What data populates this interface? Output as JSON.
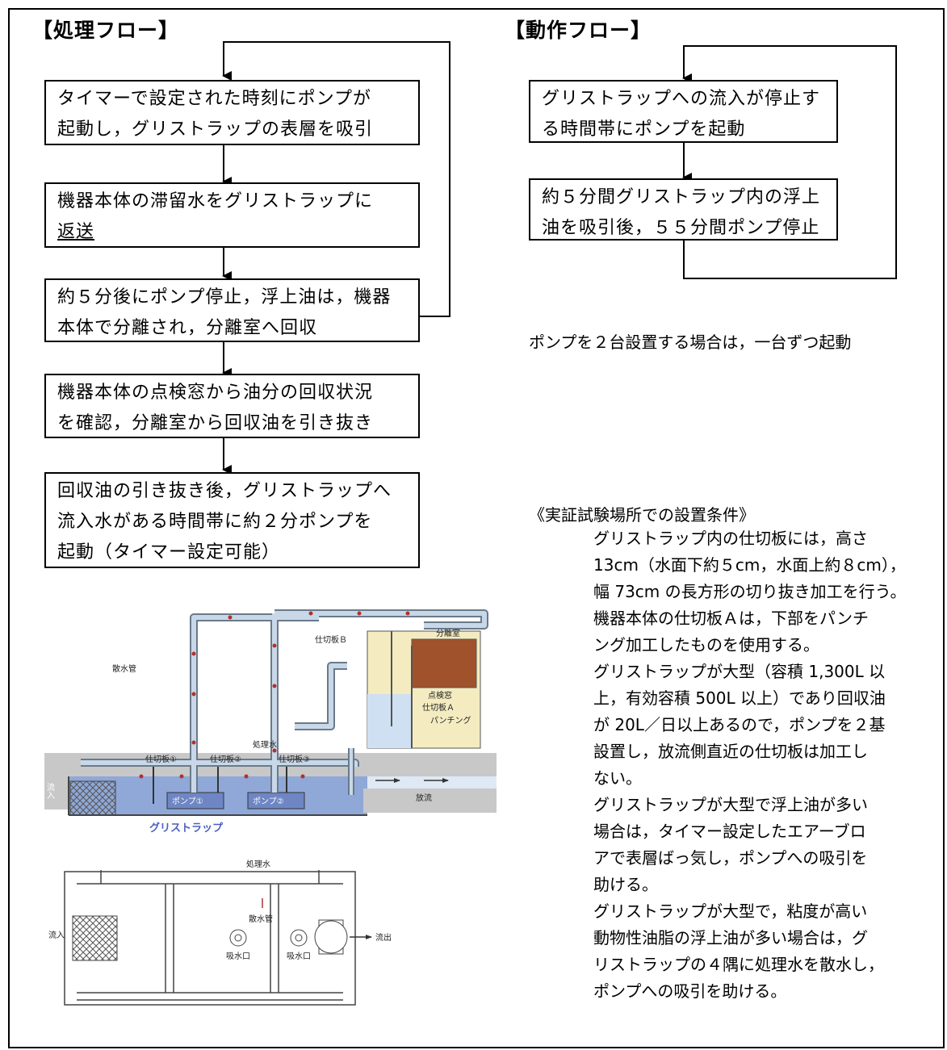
{
  "left": {
    "heading": "【処理フロー】",
    "steps": [
      {
        "lines": [
          "タイマーで設定された時刻にポンプが",
          "起動し，グリストラップの表層を吸引"
        ]
      },
      {
        "lines": [
          "機器本体の滞留水をグリストラップに",
          "返送"
        ]
      },
      {
        "lines": [
          "約５分後にポンプ停止，浮上油は，機器",
          "本体で分離され，分離室へ回収"
        ]
      },
      {
        "lines": [
          "機器本体の点検窓から油分の回収状況",
          "を確認，分離室から回収油を引き抜き"
        ]
      },
      {
        "lines": [
          "回収油の引き抜き後，グリストラップへ",
          "流入水がある時間帯に約２分ポンプを",
          "起動（タイマー設定可能）"
        ]
      }
    ]
  },
  "right": {
    "heading": "【動作フロー】",
    "steps": [
      {
        "lines": [
          "グリストラップへの流入が停止す",
          "る時間帯にポンプを起動"
        ]
      },
      {
        "lines": [
          "約５分間グリストラップ内の浮上",
          "油を吸引後，５５分間ポンプ停止"
        ]
      }
    ],
    "note": "ポンプを２台設置する場合は，一台ずつ起動"
  },
  "conditions": {
    "title": "《実証試験場所での設置条件》",
    "lines": [
      "グリストラップ内の仕切板には，高さ",
      "13cm（水面下約５cm，水面上約８cm），",
      "幅 73cm の長方形の切り抜き加工を行う。",
      "機器本体の仕切板Ａは，下部をパンチ",
      "ング加工したものを使用する。",
      "グリストラップが大型（容積 1,300L 以",
      "上，有効容積 500L 以上）であり回収油",
      "が 20L／日以上あるので，ポンプを２基",
      "設置し，放流側直近の仕切板は加工し",
      "ない。",
      "グリストラップが大型で浮上油が多い",
      "場合は，タイマー設定したエアーブロ",
      "アで表層ばっ気し，ポンプへの吸引を",
      "助ける。",
      "グリストラップが大型で，粘度が高い",
      "動物性油脂の浮上油が多い場合は，グ",
      "リストラップの４隅に処理水を散水し，",
      "ポンプへの吸引を助ける。"
    ]
  },
  "diagram": {
    "labels": {
      "sprinkle_pipe": "散水管",
      "partition_b": "仕切板Ｂ",
      "separation_room": "分離室",
      "inspection_window": "点検窓",
      "partition_a": "仕切板Ａ",
      "punching": "パンチング",
      "treated_water": "処理水",
      "partition_1": "仕切板①",
      "partition_2": "仕切板②",
      "partition_3": "仕切板③",
      "inflow_side": "流入",
      "discharge": "放流",
      "pump_1": "ポンプ①",
      "pump_2": "ポンプ②",
      "grease_trap": "グリストラップ",
      "plan_treated_water": "処理水",
      "plan_sprinkle_pipe": "散水管",
      "plan_inflow": "流入",
      "plan_outflow": "流出",
      "suction_port_1": "吸水口",
      "suction_port_2": "吸水口"
    },
    "colors": {
      "pipe": "#c8d8e8",
      "water": "#8fa8d8",
      "oil": "#b03030",
      "unit": "#f4ecc0",
      "separator": "#a0522d",
      "floor": "#c8c8c8",
      "label_blue": "#4a5fc1"
    }
  }
}
